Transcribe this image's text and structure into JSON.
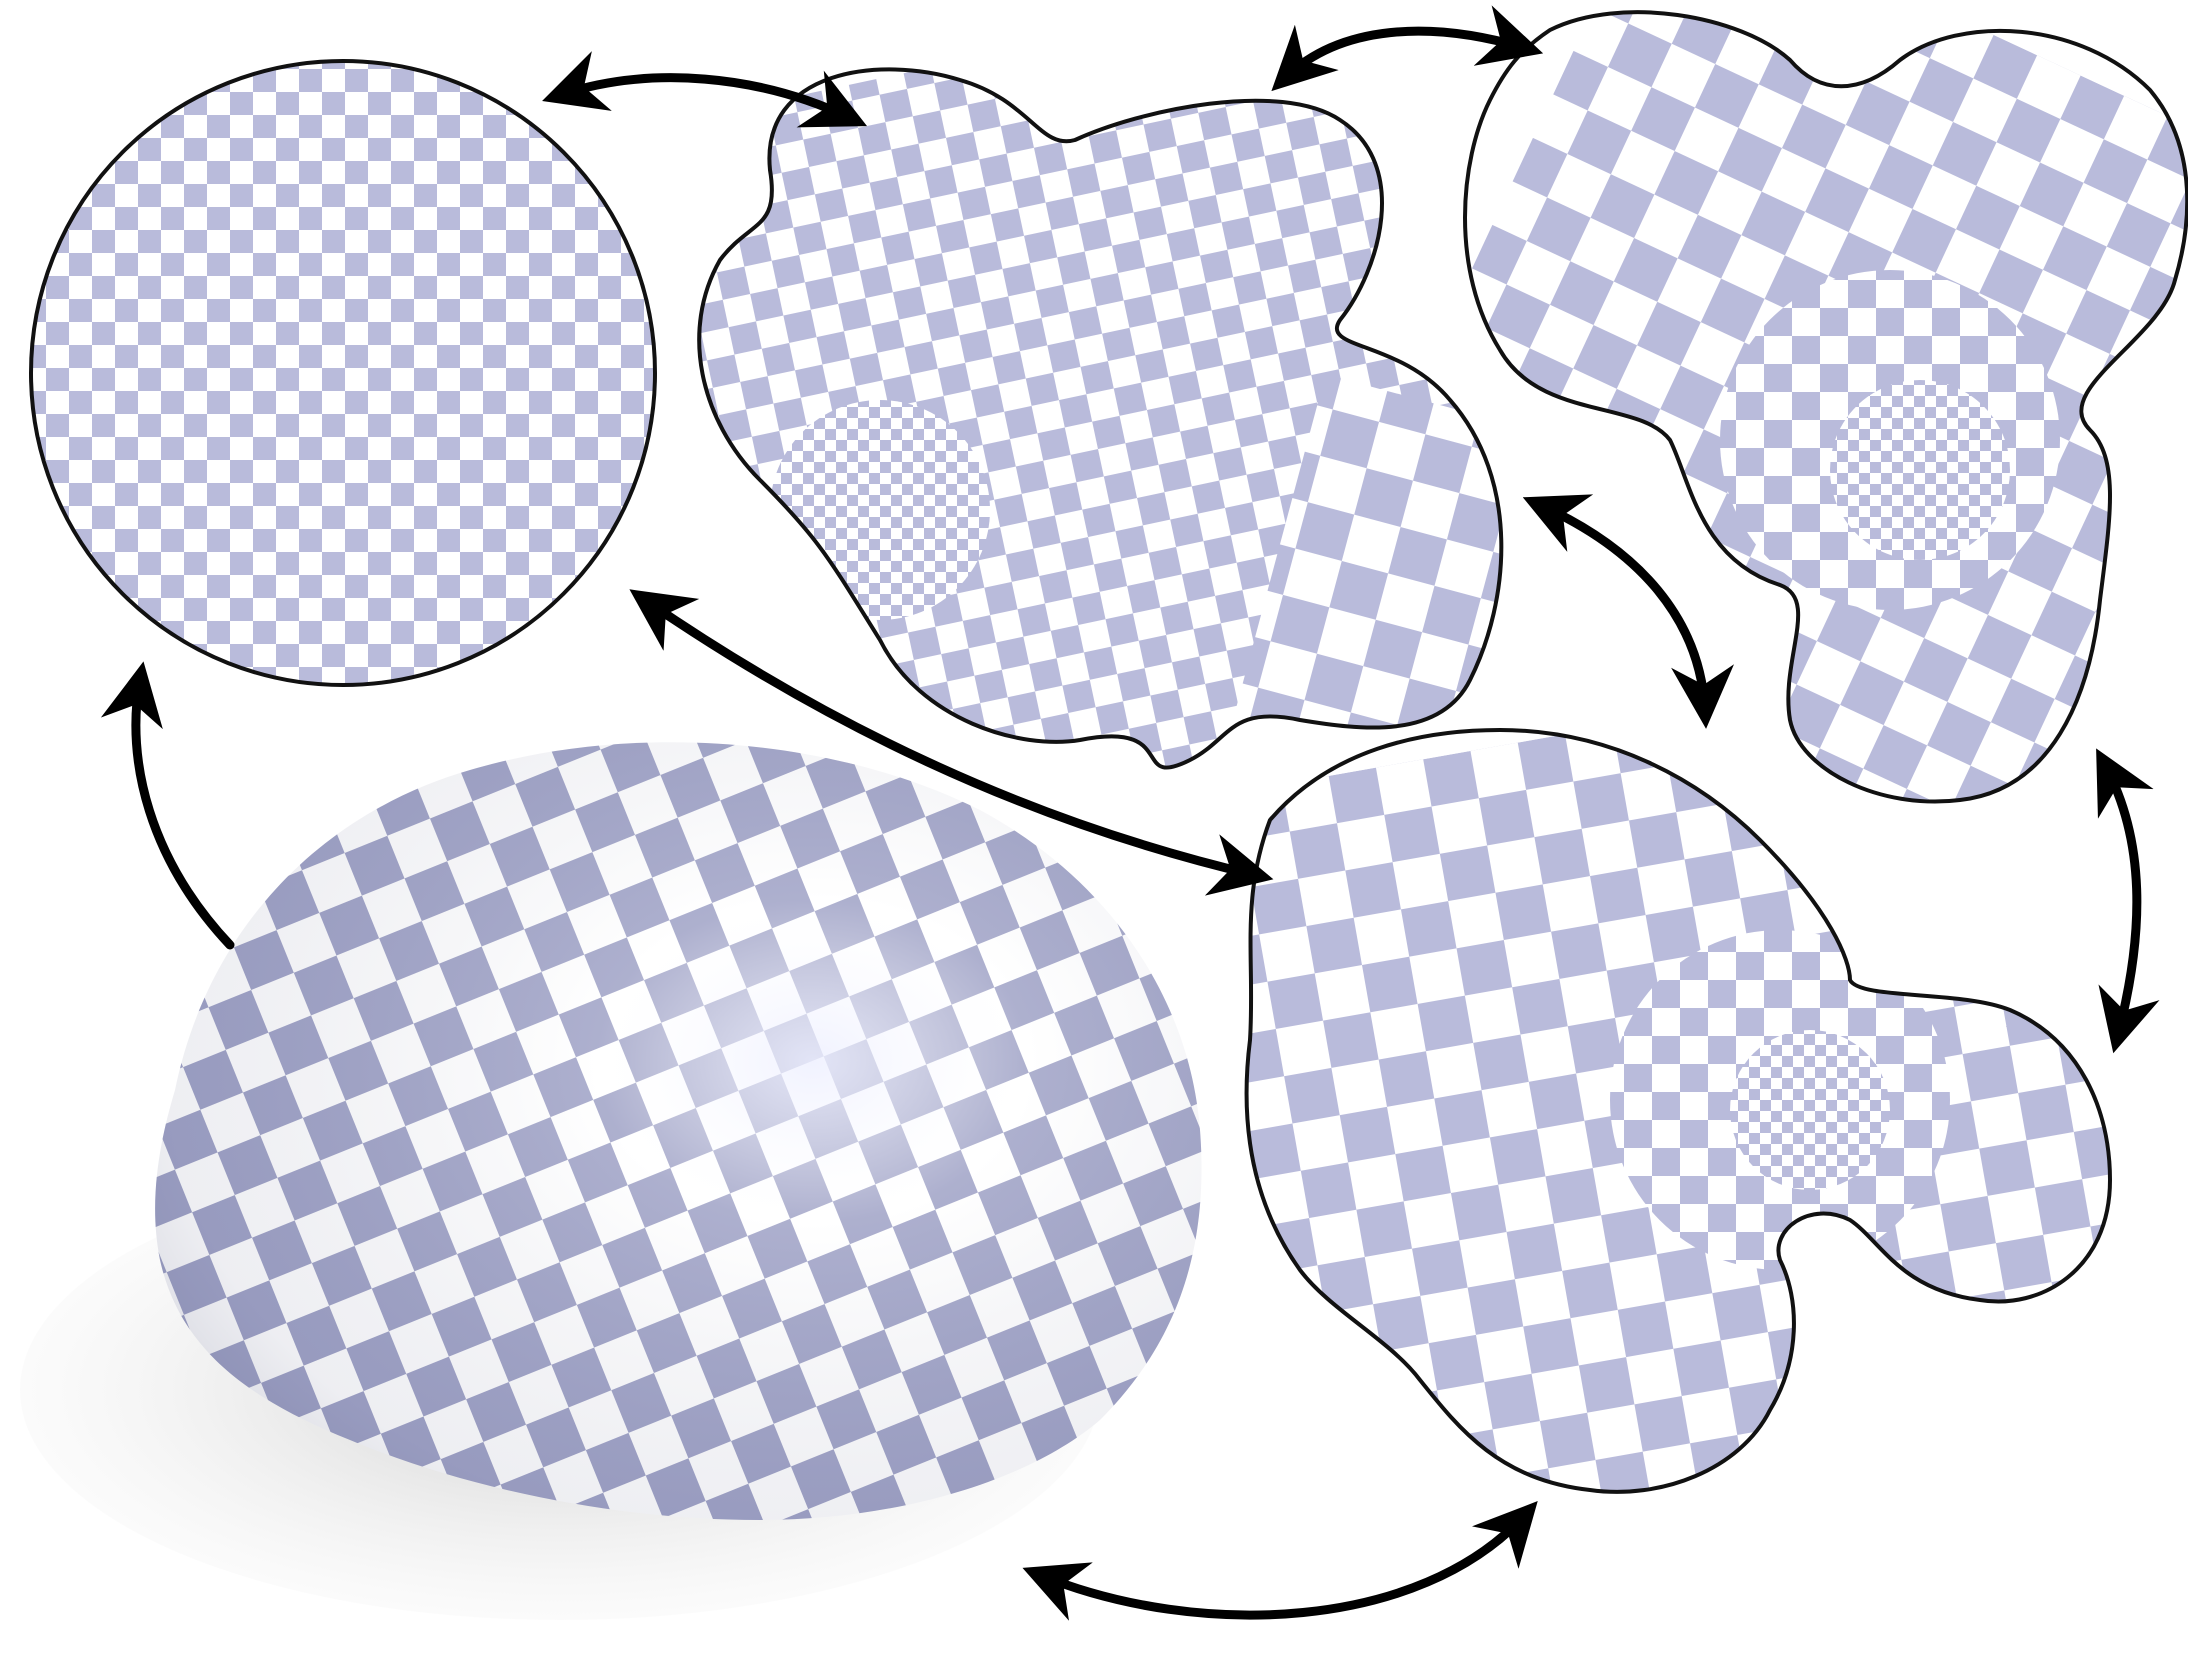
{
  "figure": {
    "kind": "conformal-mapping-illustration",
    "colors": {
      "background": "#ffffff",
      "checker_light": "#ffffff",
      "checker_dark": "#b9bbdb",
      "outline": "#111111",
      "arrow": "#000000",
      "shadow": "#d9d9d9",
      "highlight": "#eef0ff"
    },
    "panels": [
      {
        "id": "disk",
        "shape": "circle",
        "pattern": "uniform-checkerboard"
      },
      {
        "id": "blob-a",
        "shape": "five-lobed-blob",
        "pattern": "conformally-mapped-checkerboard"
      },
      {
        "id": "blob-b",
        "shape": "three-lobed-blob",
        "pattern": "conformally-mapped-checkerboard"
      },
      {
        "id": "blob-c",
        "shape": "three-lobed-blob",
        "pattern": "conformally-mapped-checkerboard"
      },
      {
        "id": "hemisphere",
        "shape": "shaded-3d-hemisphere",
        "pattern": "checkerboard-on-surface"
      }
    ],
    "arrows": [
      {
        "id": "arrow-disk-blob-a",
        "type": "double-headed",
        "connects": [
          "disk",
          "blob-a"
        ]
      },
      {
        "id": "arrow-blob-a-blob-b",
        "type": "double-headed",
        "connects": [
          "blob-a",
          "blob-b"
        ]
      },
      {
        "id": "arrow-blob-a-blob-c",
        "type": "double-headed",
        "connects": [
          "blob-a",
          "blob-c"
        ]
      },
      {
        "id": "arrow-blob-b-blob-c",
        "type": "double-headed",
        "connects": [
          "blob-b",
          "blob-c"
        ]
      },
      {
        "id": "arrow-disk-blob-c",
        "type": "double-headed",
        "connects": [
          "disk",
          "blob-c"
        ]
      },
      {
        "id": "arrow-hemisphere-disk",
        "type": "single-headed",
        "connects": [
          "hemisphere",
          "disk"
        ]
      },
      {
        "id": "arrow-hemisphere-blob-c",
        "type": "double-headed",
        "connects": [
          "hemisphere",
          "blob-c"
        ]
      }
    ]
  }
}
